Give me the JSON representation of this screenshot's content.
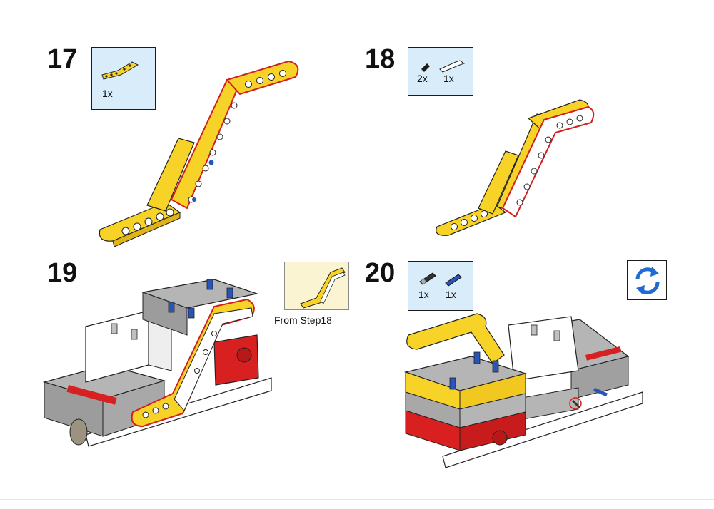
{
  "steps": [
    {
      "number": "17",
      "parts": [
        {
          "qty": "1x",
          "icon": "bent-beam-yellow-icon"
        }
      ]
    },
    {
      "number": "18",
      "parts": [
        {
          "qty": "2x",
          "icon": "pin-black-icon"
        },
        {
          "qty": "1x",
          "icon": "bent-beam-white-icon"
        }
      ]
    },
    {
      "number": "19",
      "callout_label": "From Step18"
    },
    {
      "number": "20",
      "parts": [
        {
          "qty": "1x",
          "icon": "axle-pin-black-icon"
        },
        {
          "qty": "1x",
          "icon": "pin-blue-icon"
        }
      ]
    }
  ],
  "colors": {
    "part_box_bg": "#d9ecfa",
    "yellow": "#f7d227",
    "yellow_dark": "#e0b414",
    "red_outline": "#d21e1e",
    "gray_frame": "#a8a8a8",
    "red_part": "#d92020",
    "blue_pin": "#2a55b8",
    "rotate_icon": "#1f6bd1"
  },
  "rotate_button": {
    "icon": "rotate-view-icon"
  }
}
